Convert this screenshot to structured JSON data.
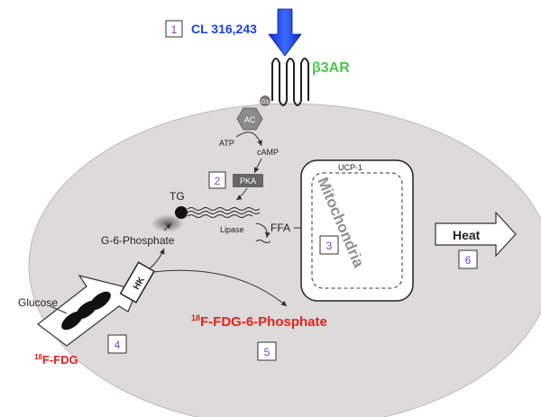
{
  "agonist": {
    "label": "CL 316,243",
    "color": "#1a3fe6"
  },
  "receptor": {
    "label": "β3AR",
    "color": "#4cc54c"
  },
  "gs_label": "Gs",
  "ac_label": "AC",
  "atp_label": "ATP",
  "camp_label": "cAMP",
  "pka_label": "PKA",
  "tg_label": "TG",
  "lipase_label": "Lipase",
  "ffa_label": "FFA",
  "mito": {
    "title": "Mitochondria",
    "ucp_label": "UCP-1"
  },
  "heat_label": "Heat",
  "g6p_label": "G-6-Phosphate",
  "hk_label": "HK",
  "glucose_label": "Glucose",
  "fdg": {
    "sup": "18",
    "label": "F-FDG",
    "color": "#e6201a"
  },
  "fdg6p": {
    "sup": "18",
    "label": "F-FDG-6-Phosphate",
    "color": "#e6201a"
  },
  "step_numbers": [
    "1",
    "2",
    "3",
    "4",
    "5",
    "6"
  ]
}
